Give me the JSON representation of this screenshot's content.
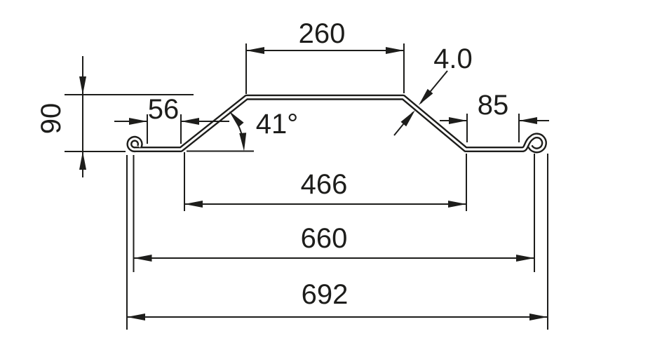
{
  "drawing": {
    "subject": "sheet-pile-profile-cross-section",
    "units": "mm",
    "colors": {
      "line": "#1d1d1b",
      "background": "#ffffff"
    },
    "labels": {
      "top_width": "260",
      "thickness": "4.0",
      "left_flat": "56",
      "right_flat": "85",
      "angle": "41°",
      "height": "90",
      "inner_width": "466",
      "middle_width": "660",
      "overall_width": "692"
    }
  }
}
